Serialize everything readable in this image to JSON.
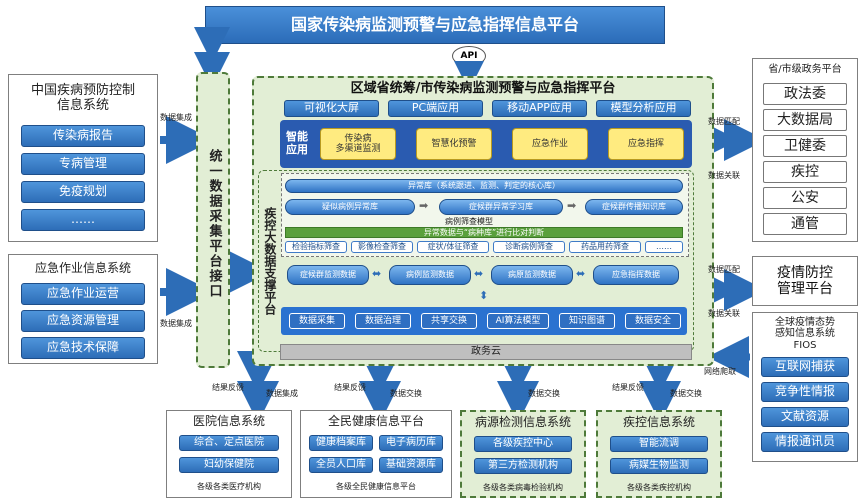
{
  "header": {
    "title": "国家传染病监测预警与应急指挥信息平台"
  },
  "api_label": "API",
  "left": {
    "cdc": {
      "title": "中国疾病预防控制\n信息系统",
      "items": [
        "传染病报告",
        "专病管理",
        "免疫规划",
        "……"
      ]
    },
    "emergency": {
      "title": "应急作业信息系统",
      "items": [
        "应急作业运营",
        "应急资源管理",
        "应急技术保障"
      ]
    },
    "label_integration": "数据集成",
    "label_integration2": "数据集成"
  },
  "unified_interface": "统一数据采集平台接口",
  "center": {
    "title": "区域省统筹/市传染病监测预警与应急指挥平台",
    "top_apps": [
      "可视化大屏",
      "PC端应用",
      "移动APP应用",
      "模型分析应用"
    ],
    "smart_label": "智能应用",
    "smart_items": [
      "传染病\n多渠道监测",
      "智慧化预警",
      "应急作业",
      "应急指挥"
    ],
    "big_data_label": "疾控大数据支撑平台",
    "anomaly_lib": "异常库（系统跟进、监测、判定的核心库）",
    "lib_row": [
      "疑似病例异常库",
      "症候群异常学习库",
      "症候群传播知识库"
    ],
    "screening_model": "病例筛查模型",
    "judge_bar": "异常数据与“病种库”进行比对判断",
    "screen_items": [
      "检验指标筛查",
      "影像检查筛查",
      "症状/体征筛查",
      "诊断病例筛查",
      "药品用药筛查",
      "……"
    ],
    "db_items": [
      "症候群监测数据",
      "病例监测数据",
      "病原监测数据",
      "应急指挥数据"
    ],
    "base_items": [
      "数据采集",
      "数据治理",
      "共享交换",
      "AI算法模型",
      "知识图谱",
      "数据安全"
    ],
    "gov_cloud": "政务云"
  },
  "right": {
    "gov": {
      "title": "省/市级政务平台",
      "items": [
        "政法委",
        "大数据局",
        "卫健委",
        "疾控",
        "公安",
        "通管"
      ]
    },
    "epidemic": {
      "title": "疫情防控\n管理平台"
    },
    "fios": {
      "title": "全球疫情态势\n感知信息系统\nFIOS",
      "items": [
        "互联网捕获",
        "竞争性情报",
        "文献资源",
        "情报通讯员"
      ]
    },
    "labels": [
      "数据匹配",
      "数据关联",
      "数据匹配",
      "数据关联",
      "网络爬取"
    ]
  },
  "bottom": {
    "feedback_labels": [
      "结果反馈",
      "数据集成",
      "结果反馈",
      "数据交换",
      "数据交换",
      "结果反馈",
      "数据交换"
    ],
    "hospital": {
      "title": "医院信息系统",
      "items": [
        "综合、定点医院",
        "妇幼保健院"
      ],
      "footer": "各级各类医疗机构"
    },
    "health": {
      "title": "全民健康信息平台",
      "items": [
        "健康档案库",
        "电子病历库",
        "全员人口库",
        "基础资源库"
      ],
      "footer": "各级全民健康信息平台"
    },
    "pathogen": {
      "title": "病源检测信息系统",
      "items": [
        "各级疾控中心",
        "第三方检测机构"
      ],
      "footer": "各级各类病毒检验机构"
    },
    "cdc": {
      "title": "疾控信息系统",
      "items": [
        "智能流调",
        "病媒生物监测"
      ],
      "footer": "各级各类疾控机构"
    }
  },
  "colors": {
    "blue": "#2d6db7",
    "green_panel": "#e2eed5",
    "yellow": "#ffeb80",
    "dark_blue": "#2a5bb0"
  }
}
